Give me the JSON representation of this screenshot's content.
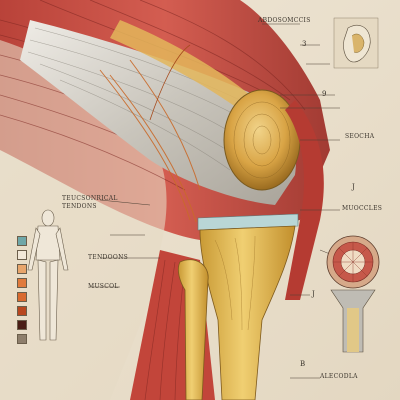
{
  "labels": {
    "top_right": "ABDOSOMCCIS",
    "left_mid": "TEUCSONRICAL TENDONS",
    "center_left": "TENDOONS",
    "muscol": "MUSCOL",
    "right_mid": "SEOCHA",
    "muoccles": "MUOCCLES",
    "bottom_right": "ALECODLA",
    "num_top1": "3",
    "num_top2": "9",
    "num_mid": "J",
    "num_j2": "J",
    "num_bottom": "B"
  },
  "swatch_colors": [
    "#6fa7a8",
    "#f2e8d8",
    "#e8a56b",
    "#e07a3c",
    "#d96a2f",
    "#b9471f",
    "#4a1e16",
    "#8e7e6c"
  ],
  "palette": {
    "muscle_red": "#c2453a",
    "muscle_dark": "#8d2c26",
    "tendon": "#d7d3cb",
    "bone": "#e4bf5e",
    "bone_shade": "#c9962e",
    "background": "#e9dfcd"
  }
}
